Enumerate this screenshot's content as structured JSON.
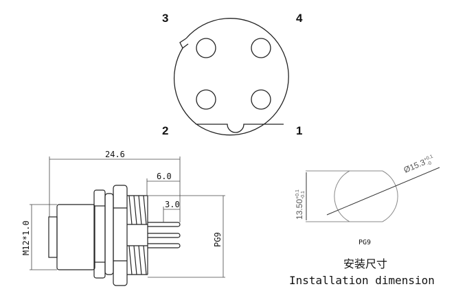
{
  "pin_labels": {
    "p1": "1",
    "p2": "2",
    "p3": "3",
    "p4": "4"
  },
  "side_view": {
    "overall_length": "24.6",
    "thread_length": "6.0",
    "pin_length": "3.0",
    "front_thread": "M12*1.0",
    "panel_thread": "PG9"
  },
  "install": {
    "height_dim": "13.50",
    "height_tol_plus": "+0.1",
    "height_tol_minus": "-0.1",
    "diameter_dim": "Ø15.3",
    "diameter_tol_plus": "+0.1",
    "diameter_tol_minus": "-0",
    "thread_label": "PG9",
    "title_cn": "安装尺寸",
    "title_en": "Installation dimension"
  }
}
